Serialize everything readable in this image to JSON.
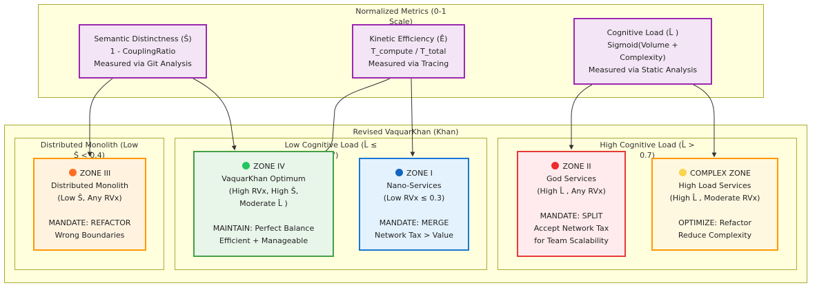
{
  "clusters": {
    "metrics": "Normalized Metrics (0-1\nScale)",
    "khan": "Revised VaquarKhan (Khan)",
    "monolith": "Distributed Monolith (Low\nŜ < 0.4)",
    "low_load": "Low Cognitive Load (L̂ ≤\n0.7)",
    "high_load": "High Cognitive Load (L̂ >\n0.7)"
  },
  "metric_nodes": {
    "semantic": "Semantic Distinctness (Ŝ)\n1 - CouplingRatio\nMeasured via Git Analysis",
    "kinetic": "Kinetic Efficiency (Ê)\nT_compute / T_total\nMeasured via Tracing",
    "cognitive": "Cognitive Load (L̂ )\nSigmoid(Volume +\nComplexity)\nMeasured via Static Analysis"
  },
  "zones": {
    "zone3": {
      "title": "ZONE III",
      "body": "Distributed Monolith\n(Low Ŝ, Any RVx)\n\nMANDATE: REFACTOR\nWrong Boundaries",
      "dot": "#ff6d22"
    },
    "zone4": {
      "title": "ZONE IV",
      "body": "VaquarKhan Optimum\n(High RVx, High Ŝ,\nModerate L̂ )\n\nMAINTAIN: Perfect Balance\nEfficient + Manageable",
      "dot": "#22c55e"
    },
    "zone1": {
      "title": "ZONE I",
      "body": "Nano-Services\n(Low RVx ≤ 0.3)\n\nMANDATE: MERGE\nNetwork Tax > Value",
      "dot": "#1565c0"
    },
    "zone2": {
      "title": "ZONE II",
      "body": "God Services\n(High L̂ , Any RVx)\n\nMANDATE: SPLIT\nAccept Network Tax\nfor Team Scalability",
      "dot": "#ef2b2b"
    },
    "complex": {
      "title": "COMPLEX ZONE",
      "body": "High Load Services\n(High L̂ , Moderate RVx)\n\nOPTIMIZE: Refactor\nReduce Complexity",
      "dot": "#fcd34d"
    }
  },
  "colors": {
    "cluster_fill": "#ffffde",
    "cluster_border": "#aaaa33",
    "metric_fill": "#f3e5f5",
    "metric_border": "#9c27b0",
    "edge": "#333333"
  }
}
